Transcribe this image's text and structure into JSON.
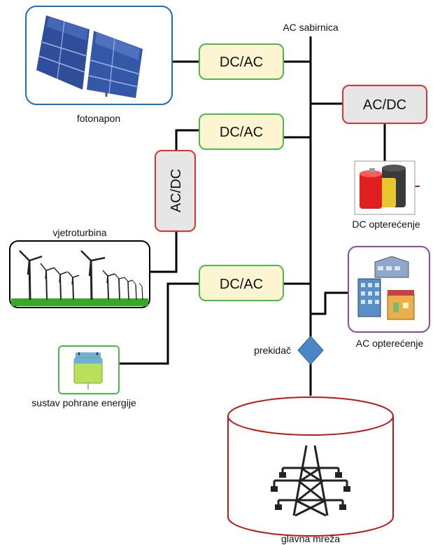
{
  "bus_label": "AC sabirnica",
  "converters": {
    "pv": "DC/AC",
    "wind": "DC/AC",
    "wind_rect": "AC/DC",
    "storage": "DC/AC",
    "dc_load": "AC/DC"
  },
  "labels": {
    "pv": "fotonapon",
    "wind": "vjetroturbina",
    "storage": "sustav pohrane energije",
    "dc_load": "DC opterećenje",
    "ac_load": "AC opterećenje",
    "breaker": "prekidač",
    "grid": "glavna mreža"
  },
  "colors": {
    "converter_green_border": "#4db84d",
    "converter_green_fill": "#fdf5d2",
    "converter_red_border": "#e03030",
    "converter_grey_fill": "#e6e6e6",
    "pv_border": "#1e6fb8",
    "ac_load_border": "#8a4bb0",
    "grid_border": "#c01818",
    "breaker_fill": "#4a86c8"
  }
}
